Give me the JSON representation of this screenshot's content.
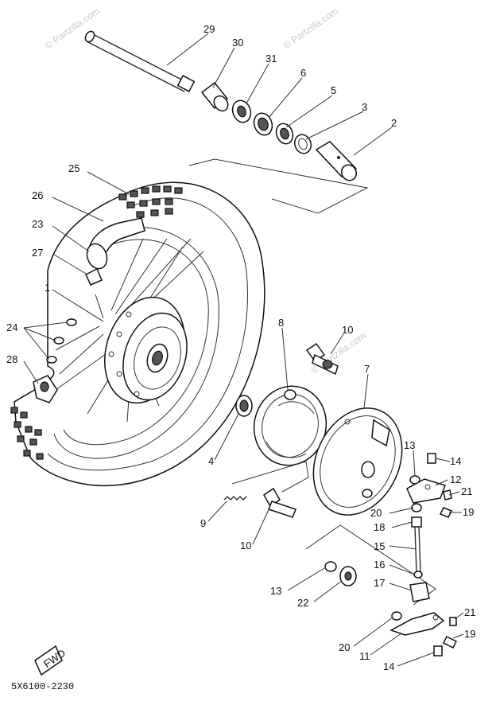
{
  "watermark": "© Partzilla.com",
  "diagram_code": "5X6100-2230",
  "fwd_label": "FWD",
  "callouts": [
    {
      "id": "c29",
      "text": "29"
    },
    {
      "id": "c30",
      "text": "30"
    },
    {
      "id": "c31",
      "text": "31"
    },
    {
      "id": "c6",
      "text": "6"
    },
    {
      "id": "c5",
      "text": "5"
    },
    {
      "id": "c3",
      "text": "3"
    },
    {
      "id": "c2",
      "text": "2"
    },
    {
      "id": "c25",
      "text": "25"
    },
    {
      "id": "c26",
      "text": "26"
    },
    {
      "id": "c23",
      "text": "23"
    },
    {
      "id": "c27",
      "text": "27"
    },
    {
      "id": "c1",
      "text": "1"
    },
    {
      "id": "c24",
      "text": "24"
    },
    {
      "id": "c28",
      "text": "28"
    },
    {
      "id": "c4",
      "text": "4"
    },
    {
      "id": "c8",
      "text": "8"
    },
    {
      "id": "c10a",
      "text": "10"
    },
    {
      "id": "c7",
      "text": "7"
    },
    {
      "id": "c13a",
      "text": "13"
    },
    {
      "id": "c14a",
      "text": "14"
    },
    {
      "id": "c12",
      "text": "12"
    },
    {
      "id": "c21a",
      "text": "21"
    },
    {
      "id": "c19a",
      "text": "19"
    },
    {
      "id": "c20a",
      "text": "20"
    },
    {
      "id": "c18",
      "text": "18"
    },
    {
      "id": "c9",
      "text": "9"
    },
    {
      "id": "c10b",
      "text": "10"
    },
    {
      "id": "c15",
      "text": "15"
    },
    {
      "id": "c16",
      "text": "16"
    },
    {
      "id": "c17",
      "text": "17"
    },
    {
      "id": "c13b",
      "text": "13"
    },
    {
      "id": "c22",
      "text": "22"
    },
    {
      "id": "c21b",
      "text": "21"
    },
    {
      "id": "c19b",
      "text": "19"
    },
    {
      "id": "c20b",
      "text": "20"
    },
    {
      "id": "c11",
      "text": "11"
    },
    {
      "id": "c14b",
      "text": "14"
    }
  ]
}
